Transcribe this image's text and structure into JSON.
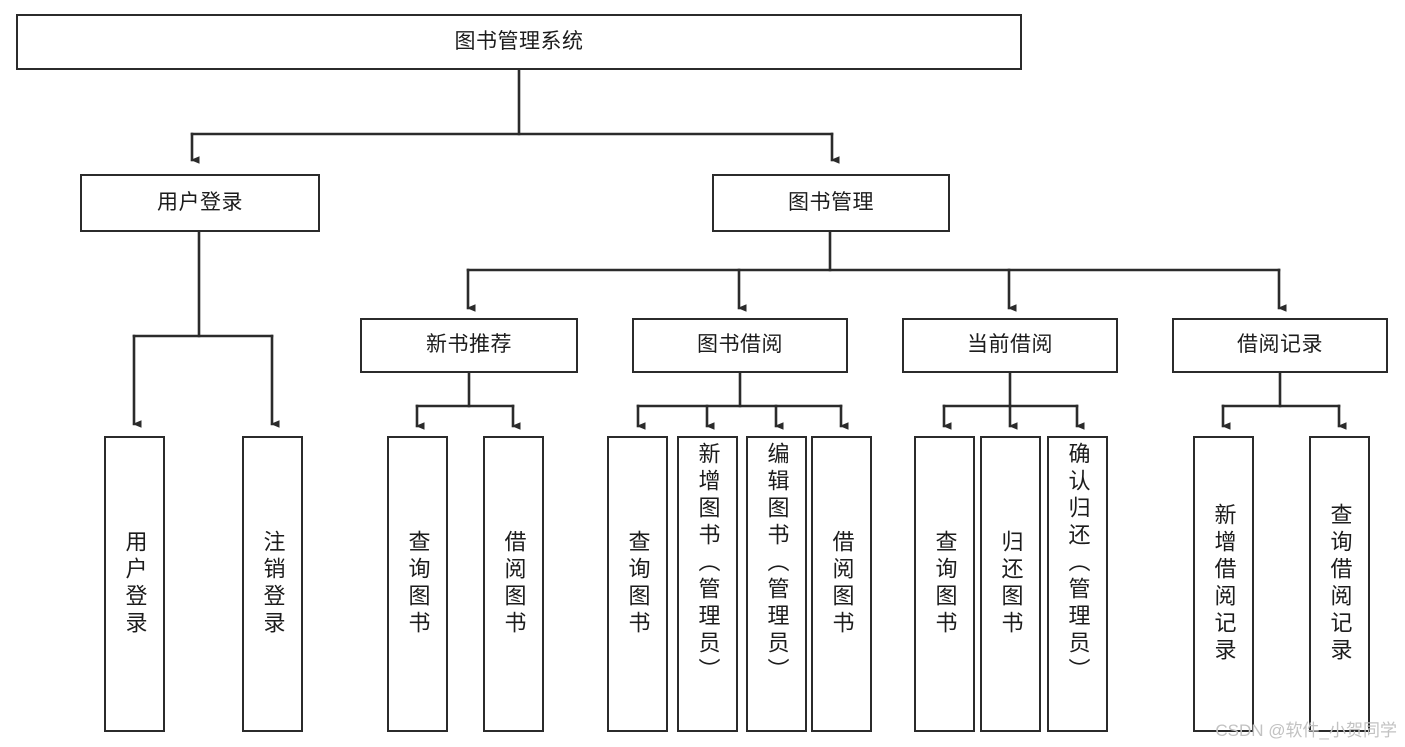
{
  "diagram": {
    "title": "图书管理系统",
    "type": "tree-hierarchy-diagram",
    "stroke_color": "#2b2b2b",
    "fill_color": "#ffffff",
    "root": {
      "id": "root",
      "label": "图书管理系统"
    },
    "level2": [
      {
        "id": "user-login",
        "label": "用户登录"
      },
      {
        "id": "book-manage",
        "label": "图书管理"
      }
    ],
    "level3": [
      {
        "id": "new-book-recommend",
        "label": "新书推荐"
      },
      {
        "id": "book-borrow",
        "label": "图书借阅"
      },
      {
        "id": "current-borrow",
        "label": "当前借阅"
      },
      {
        "id": "borrow-record",
        "label": "借阅记录"
      }
    ],
    "leaves": [
      {
        "id": "leaf-user-login",
        "label": "用户登录",
        "parent": "用户登录"
      },
      {
        "id": "leaf-logout-login",
        "label": "注销登录",
        "parent": "用户登录"
      },
      {
        "id": "leaf-query-book-1",
        "label": "查询图书",
        "parent": "新书推荐"
      },
      {
        "id": "leaf-borrow-book-1",
        "label": "借阅图书",
        "parent": "新书推荐"
      },
      {
        "id": "leaf-query-book-2",
        "label": "查询图书",
        "parent": "图书借阅"
      },
      {
        "id": "leaf-add-book",
        "label": "新增图书（管理员）",
        "parent": "图书借阅"
      },
      {
        "id": "leaf-edit-book",
        "label": "编辑图书（管理员）",
        "parent": "图书借阅"
      },
      {
        "id": "leaf-borrow-book-2",
        "label": "借阅图书",
        "parent": "图书借阅"
      },
      {
        "id": "leaf-query-book-3",
        "label": "查询图书",
        "parent": "当前借阅"
      },
      {
        "id": "leaf-return-book",
        "label": "归还图书",
        "parent": "当前借阅"
      },
      {
        "id": "leaf-confirm-return",
        "label": "确认归还（管理员）",
        "parent": "当前借阅"
      },
      {
        "id": "leaf-add-record",
        "label": "新增借阅记录",
        "parent": "借阅记录"
      },
      {
        "id": "leaf-query-record",
        "label": "查询借阅记录",
        "parent": "借阅记录"
      }
    ]
  },
  "watermark": {
    "text": "CSDN @软件_小贺同学"
  }
}
